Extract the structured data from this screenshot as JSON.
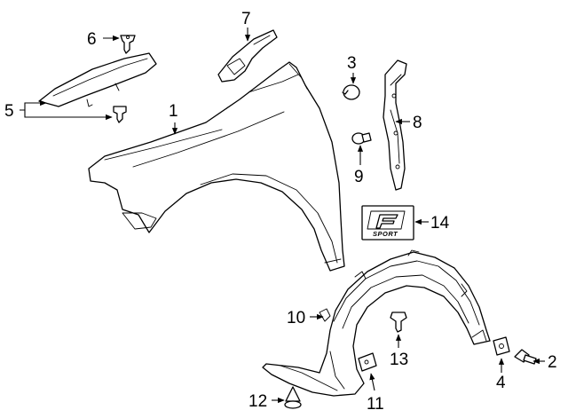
{
  "diagram": {
    "callouts": [
      {
        "id": "1",
        "label": "1"
      },
      {
        "id": "2",
        "label": "2"
      },
      {
        "id": "3",
        "label": "3"
      },
      {
        "id": "4",
        "label": "4"
      },
      {
        "id": "5",
        "label": "5"
      },
      {
        "id": "6",
        "label": "6"
      },
      {
        "id": "7",
        "label": "7"
      },
      {
        "id": "8",
        "label": "8"
      },
      {
        "id": "9",
        "label": "9"
      },
      {
        "id": "10",
        "label": "10"
      },
      {
        "id": "11",
        "label": "11"
      },
      {
        "id": "12",
        "label": "12"
      },
      {
        "id": "13",
        "label": "13"
      },
      {
        "id": "14",
        "label": "14"
      }
    ],
    "emblem": {
      "letter": "F",
      "text": "SPORT"
    }
  },
  "colors": {
    "line": "#000000",
    "background": "#ffffff"
  }
}
